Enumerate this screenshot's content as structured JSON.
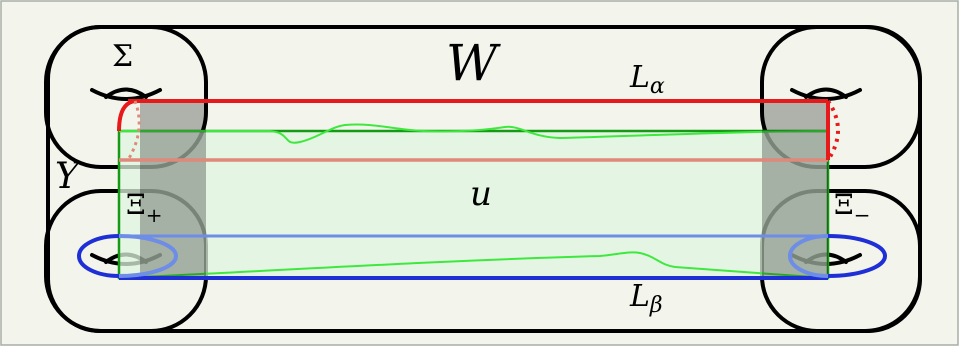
{
  "labels": {
    "W": "W",
    "Sigma": "Σ",
    "Y": "Y",
    "u": "u",
    "L_alpha": {
      "base": "L",
      "sub": "α"
    },
    "L_beta": {
      "base": "L",
      "sub": "β"
    },
    "Xi_plus": {
      "base": "Ξ",
      "sub": "+"
    },
    "Xi_minus": {
      "base": "Ξ",
      "sub": "−"
    }
  },
  "colors": {
    "frame_background": "#f3f5ed",
    "frame_border": "#a9ada6",
    "outline": "#000000",
    "L_alpha_curve": "#e8191a",
    "L_alpha_back": "#e0887a",
    "L_beta_curve": "#1f2fd6",
    "L_beta_back": "#6e8de6",
    "u_strip_fill": "#dff5df",
    "u_strip_outline": "#149a14",
    "u_wiggle": "#3ee83e"
  }
}
